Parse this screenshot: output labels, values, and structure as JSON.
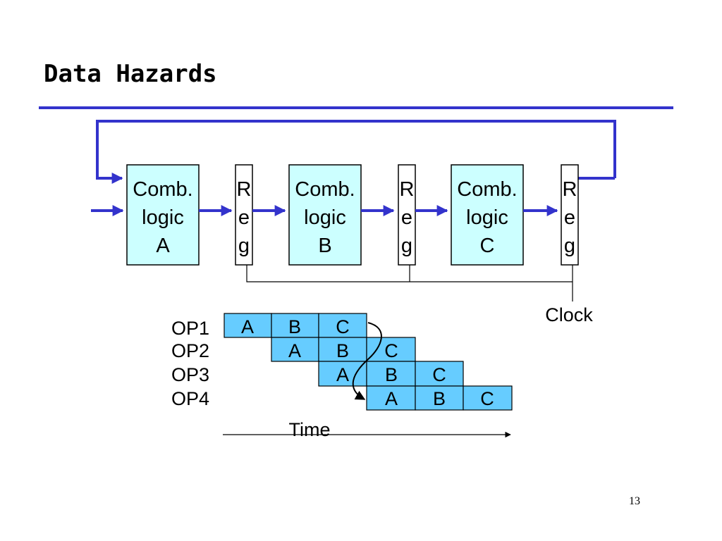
{
  "slide": {
    "title": "Data Hazards",
    "page_number": "13"
  },
  "colors": {
    "accent": "#3333cc",
    "logic_fill": "#ccffff",
    "cell_fill": "#66ccff",
    "ink": "#000000"
  },
  "pipeline": {
    "stages": [
      {
        "line1": "Comb.",
        "line2": "logic",
        "line3": "A"
      },
      {
        "line1": "Comb.",
        "line2": "logic",
        "line3": "B"
      },
      {
        "line1": "Comb.",
        "line2": "logic",
        "line3": "C"
      }
    ],
    "registers": [
      {
        "letters": [
          "R",
          "e",
          "g"
        ]
      },
      {
        "letters": [
          "R",
          "e",
          "g"
        ]
      },
      {
        "letters": [
          "R",
          "e",
          "g"
        ]
      }
    ],
    "clock_label": "Clock"
  },
  "timing": {
    "rows": [
      {
        "label": "OP1",
        "cells": [
          "A",
          "B",
          "C"
        ]
      },
      {
        "label": "OP2",
        "cells": [
          "A",
          "B",
          "C"
        ]
      },
      {
        "label": "OP3",
        "cells": [
          "A",
          "B",
          "C"
        ]
      },
      {
        "label": "OP4",
        "cells": [
          "A",
          "B",
          "C"
        ]
      }
    ],
    "time_label": "Time"
  }
}
